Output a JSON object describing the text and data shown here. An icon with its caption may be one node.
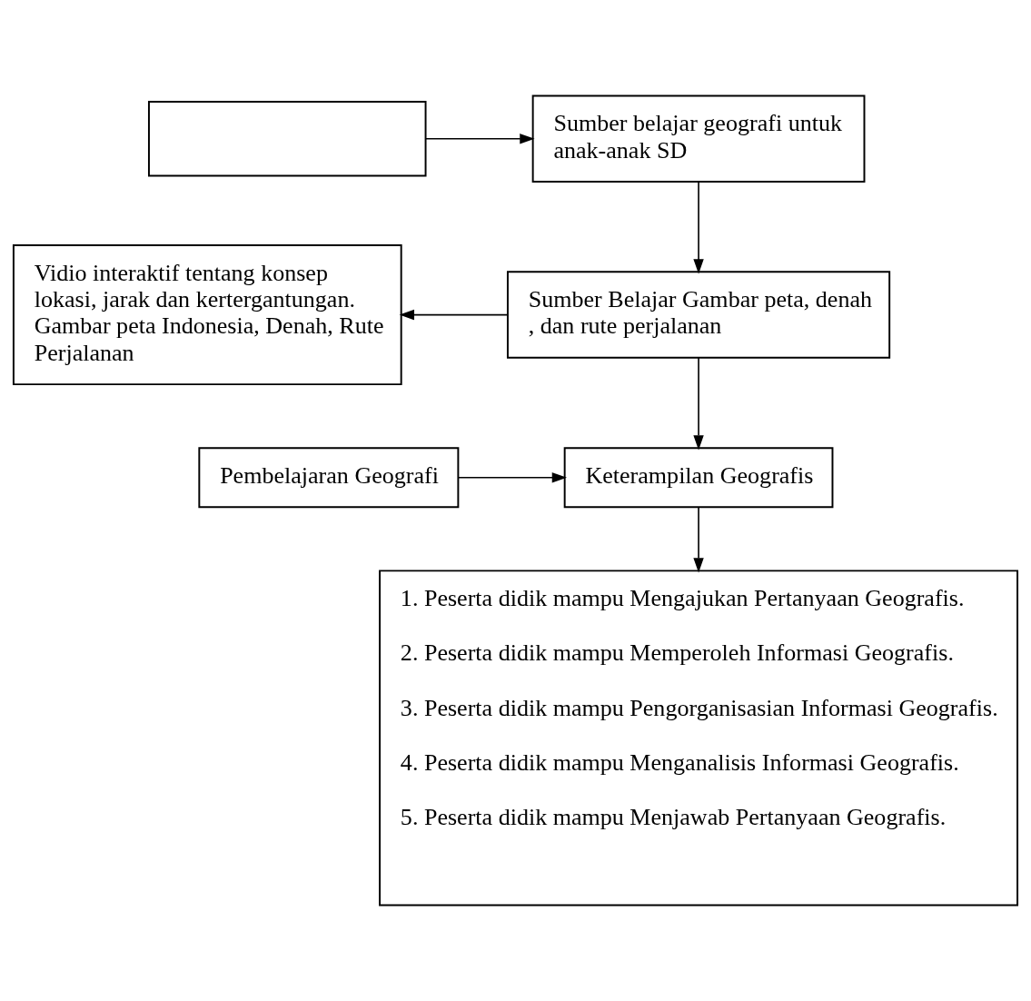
{
  "diagram": {
    "nodes": [
      {
        "text": [],
        "shape": "box"
      },
      {
        "text": [
          "Sumber belajar geografi untuk anak-anak SD"
        ]
      },
      {
        "text": [
          "Vidio interaktif tentang konsep lokasi, jarak dan kertergantungan. Gambar peta Indonesia, Denah, Rute Perjalanan"
        ]
      },
      {
        "text": [
          "Sumber Belajar Gambar peta, denah , dan rute perjalanan"
        ]
      },
      {
        "text": [
          "Pembelajaran Geografi"
        ]
      },
      {
        "text": [
          "Keterampilan Geografis"
        ]
      },
      {
        "text": [
          "1. Peserta didik mampu Mengajukan Pertanyaan Geografis.",
          "2. Peserta didik mampu Memperoleh Informasi Geografis.",
          "3. Peserta didik mampu Pengorganisasian Informasi Geografis.",
          "4. Peserta didik mampu Menganalisis Informasi Geografis.",
          "5. Peserta didik mampu Menjawab Pertanyaan Geografis."
        ]
      }
    ],
    "edges": [
      {
        "from": 0,
        "to": 1,
        "arrow": "to"
      },
      {
        "from": 1,
        "to": 3,
        "arrow": "to"
      },
      {
        "from": 3,
        "to": 2,
        "arrow": "to"
      },
      {
        "from": 3,
        "to": 5,
        "arrow": "to"
      },
      {
        "from": 4,
        "to": 5,
        "arrow": "to"
      },
      {
        "from": 5,
        "to": 6,
        "arrow": "to"
      }
    ]
  }
}
